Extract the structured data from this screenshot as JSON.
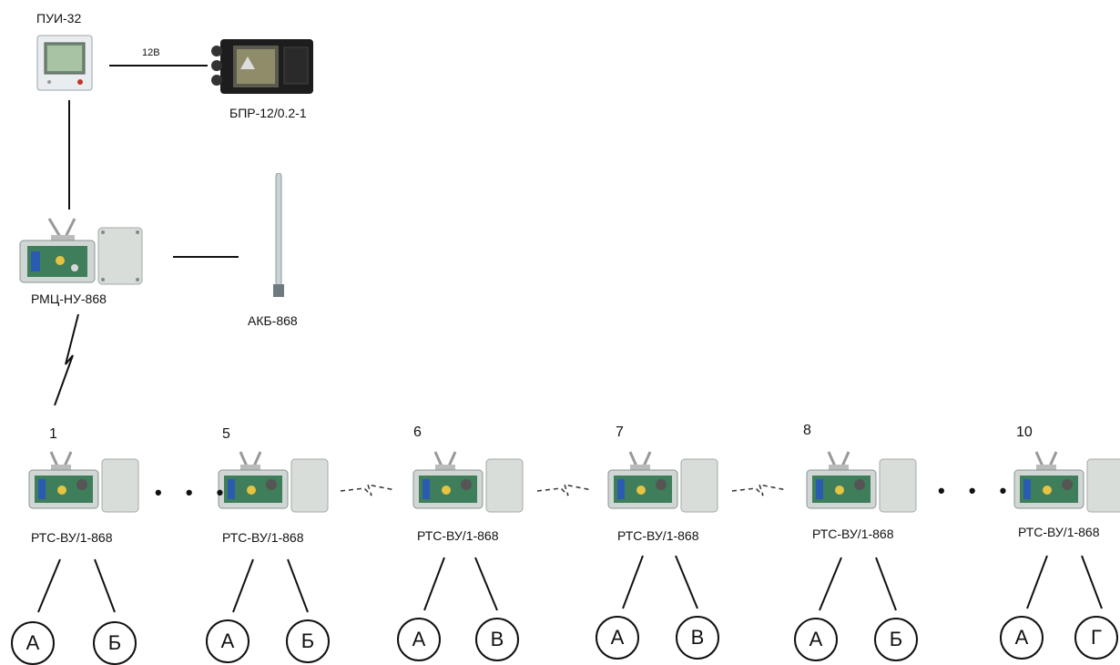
{
  "controller": {
    "label": "ПУИ-32",
    "link_label": "12В"
  },
  "power_supply": {
    "label": "БПР-12/0.2-1"
  },
  "repeater": {
    "label": "РМЦ-НУ-868"
  },
  "battery": {
    "label": "АКБ-868"
  },
  "nodes": [
    {
      "number": "1",
      "label": "РТС-ВУ/1-868",
      "zone_a": "А",
      "zone_b": "Б"
    },
    {
      "number": "5",
      "label": "РТС-ВУ/1-868",
      "zone_a": "А",
      "zone_b": "Б"
    },
    {
      "number": "6",
      "label": "РТС-ВУ/1-868",
      "zone_a": "А",
      "zone_b": "В"
    },
    {
      "number": "7",
      "label": "РТС-ВУ/1-868",
      "zone_a": "А",
      "zone_b": "В"
    },
    {
      "number": "8",
      "label": "РТС-ВУ/1-868",
      "zone_a": "А",
      "zone_b": "Б"
    },
    {
      "number": "10",
      "label": "РТС-ВУ/1-868",
      "zone_a": "А",
      "zone_b": "Г"
    }
  ],
  "ellipsis": "• • •"
}
